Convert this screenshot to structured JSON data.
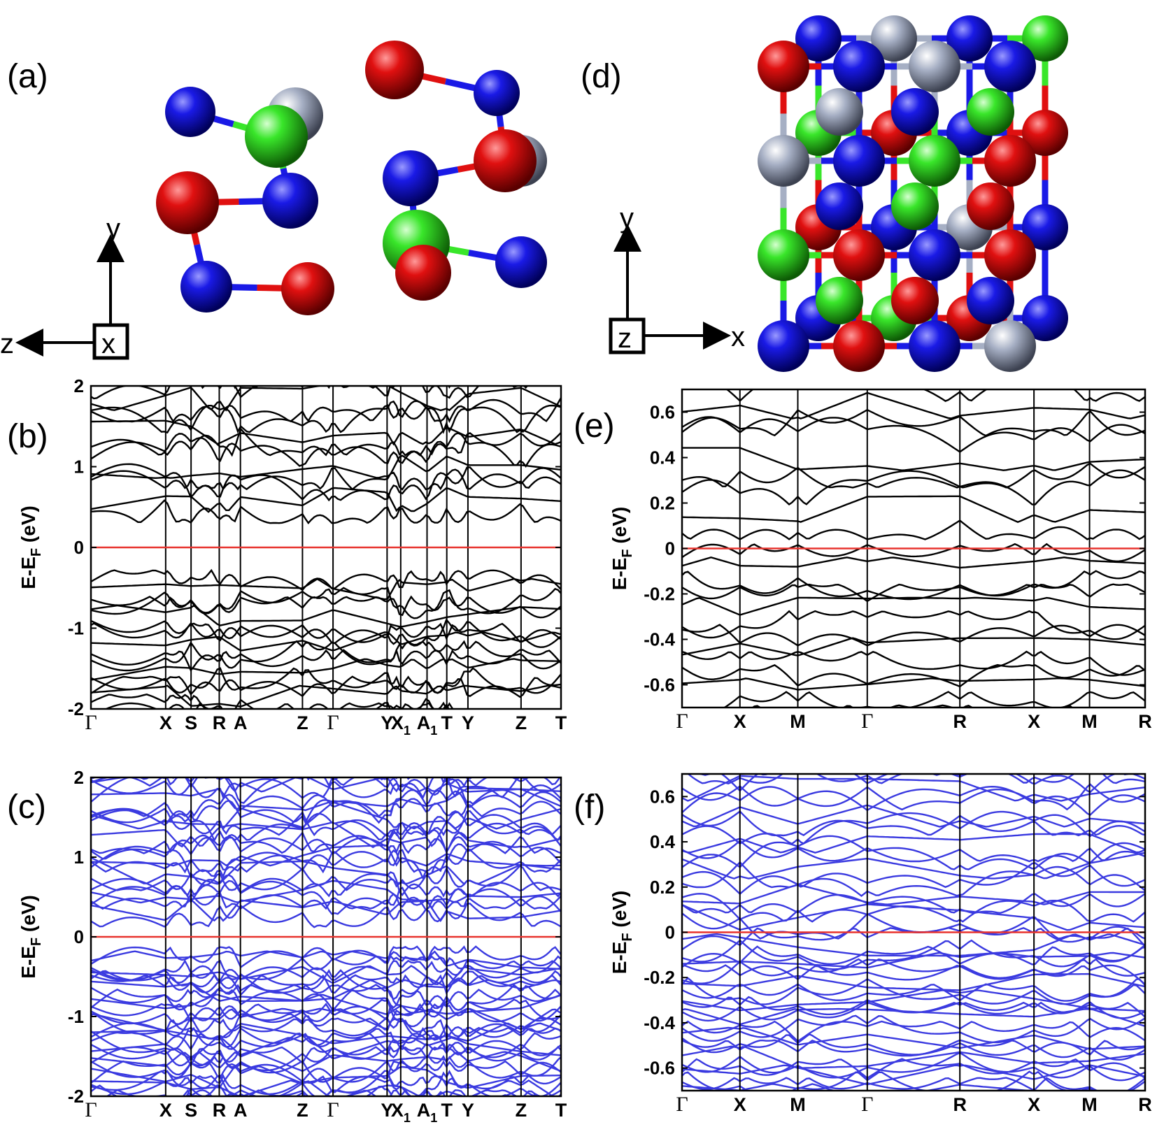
{
  "panels": {
    "a": "(a)",
    "b": "(b)",
    "c": "(c)",
    "d": "(d)",
    "e": "(e)",
    "f": "(f)"
  },
  "axes_a": {
    "vertical": "y",
    "horizontal": "z",
    "box": "x"
  },
  "axes_d": {
    "vertical": "y",
    "horizontal": "x",
    "box": "z"
  },
  "colors": {
    "band_black": "#000000",
    "band_blue": "#3a3ae0",
    "fermi_line": "#e8332e",
    "atom_red": "#e01010",
    "atom_blue": "#1a1ae6",
    "atom_green": "#39e62a",
    "atom_gray": "#a6afc4"
  },
  "chart_data": [
    {
      "id": "b",
      "type": "line",
      "series_color": "black",
      "ylabel": "E-E_F (eV)",
      "ylim": [
        -2,
        2
      ],
      "yticks": [
        "2",
        "1",
        "0",
        "-1",
        "-2"
      ],
      "kpoints": [
        {
          "label": "Γ",
          "x": 0.0,
          "sub": ""
        },
        {
          "label": "X",
          "x": 0.159,
          "sub": ""
        },
        {
          "label": "S",
          "x": 0.213,
          "sub": ""
        },
        {
          "label": "R",
          "x": 0.273,
          "sub": ""
        },
        {
          "label": "A",
          "x": 0.318,
          "sub": ""
        },
        {
          "label": "Z",
          "x": 0.45,
          "sub": ""
        },
        {
          "label": "Γ",
          "x": 0.515,
          "sub": ""
        },
        {
          "label": "Y",
          "x": 0.63,
          "sub": ""
        },
        {
          "label": "X",
          "x": 0.659,
          "sub": "1"
        },
        {
          "label": "A",
          "x": 0.715,
          "sub": "1"
        },
        {
          "label": "T",
          "x": 0.757,
          "sub": ""
        },
        {
          "label": "Y",
          "x": 0.802,
          "sub": ""
        },
        {
          "label": "Z",
          "x": 0.915,
          "sub": ""
        },
        {
          "label": "T",
          "x": 1.0,
          "sub": ""
        }
      ],
      "fermi_level": 0,
      "band_count_conduction": 14,
      "band_count_valence": 18,
      "cbm_eV": 0.3,
      "vbm_eV": -0.28
    },
    {
      "id": "c",
      "type": "line",
      "series_color": "blue",
      "ylabel": "E-E_F (eV)",
      "ylim": [
        -2,
        2
      ],
      "yticks": [
        "2",
        "1",
        "0",
        "-1",
        "-2"
      ],
      "kpoints": [
        {
          "label": "Γ",
          "x": 0.0,
          "sub": ""
        },
        {
          "label": "X",
          "x": 0.159,
          "sub": ""
        },
        {
          "label": "S",
          "x": 0.213,
          "sub": ""
        },
        {
          "label": "R",
          "x": 0.273,
          "sub": ""
        },
        {
          "label": "A",
          "x": 0.318,
          "sub": ""
        },
        {
          "label": "Z",
          "x": 0.45,
          "sub": ""
        },
        {
          "label": "Γ",
          "x": 0.515,
          "sub": ""
        },
        {
          "label": "Y",
          "x": 0.63,
          "sub": ""
        },
        {
          "label": "X",
          "x": 0.659,
          "sub": "1"
        },
        {
          "label": "A",
          "x": 0.715,
          "sub": "1"
        },
        {
          "label": "T",
          "x": 0.757,
          "sub": ""
        },
        {
          "label": "Y",
          "x": 0.802,
          "sub": ""
        },
        {
          "label": "Z",
          "x": 0.915,
          "sub": ""
        },
        {
          "label": "T",
          "x": 1.0,
          "sub": ""
        }
      ],
      "fermi_level": 0,
      "band_count_conduction": 28,
      "band_count_valence": 36,
      "cbm_eV": 0.12,
      "vbm_eV": -0.12
    },
    {
      "id": "e",
      "type": "line",
      "series_color": "black",
      "ylabel": "E-E_F (eV)",
      "ylim": [
        -0.7,
        0.7
      ],
      "yticks": [
        "0.6",
        "0.4",
        "0.2",
        "0",
        "-0.2",
        "-0.4",
        "-0.6"
      ],
      "ytick_values": [
        0.6,
        0.4,
        0.2,
        0,
        -0.2,
        -0.4,
        -0.6
      ],
      "kpoints": [
        {
          "label": "Γ",
          "x": 0.0,
          "sub": ""
        },
        {
          "label": "X",
          "x": 0.125,
          "sub": ""
        },
        {
          "label": "M",
          "x": 0.25,
          "sub": ""
        },
        {
          "label": "Γ",
          "x": 0.4,
          "sub": ""
        },
        {
          "label": "R",
          "x": 0.6,
          "sub": ""
        },
        {
          "label": "X",
          "x": 0.76,
          "sub": ""
        },
        {
          "label": "M",
          "x": 0.88,
          "sub": ""
        },
        {
          "label": "R",
          "x": 1.0,
          "sub": ""
        }
      ],
      "fermi_level": 0,
      "band_count_conduction": 10,
      "band_count_valence": 14,
      "cbm_eV": 0.04,
      "vbm_eV": 0.02
    },
    {
      "id": "f",
      "type": "line",
      "series_color": "blue",
      "ylabel": "E-E_F (eV)",
      "ylim": [
        -0.7,
        0.7
      ],
      "yticks": [
        "0.6",
        "0.4",
        "0.2",
        "0",
        "-0.2",
        "-0.4",
        "-0.6"
      ],
      "ytick_values": [
        0.6,
        0.4,
        0.2,
        0,
        -0.2,
        -0.4,
        -0.6
      ],
      "kpoints": [
        {
          "label": "Γ",
          "x": 0.0,
          "sub": ""
        },
        {
          "label": "X",
          "x": 0.125,
          "sub": ""
        },
        {
          "label": "M",
          "x": 0.25,
          "sub": ""
        },
        {
          "label": "Γ",
          "x": 0.4,
          "sub": ""
        },
        {
          "label": "R",
          "x": 0.6,
          "sub": ""
        },
        {
          "label": "X",
          "x": 0.76,
          "sub": ""
        },
        {
          "label": "M",
          "x": 0.88,
          "sub": ""
        },
        {
          "label": "R",
          "x": 1.0,
          "sub": ""
        }
      ],
      "fermi_level": 0,
      "band_count_conduction": 22,
      "band_count_valence": 30,
      "cbm_eV": -0.03,
      "vbm_eV": 0.02
    }
  ]
}
